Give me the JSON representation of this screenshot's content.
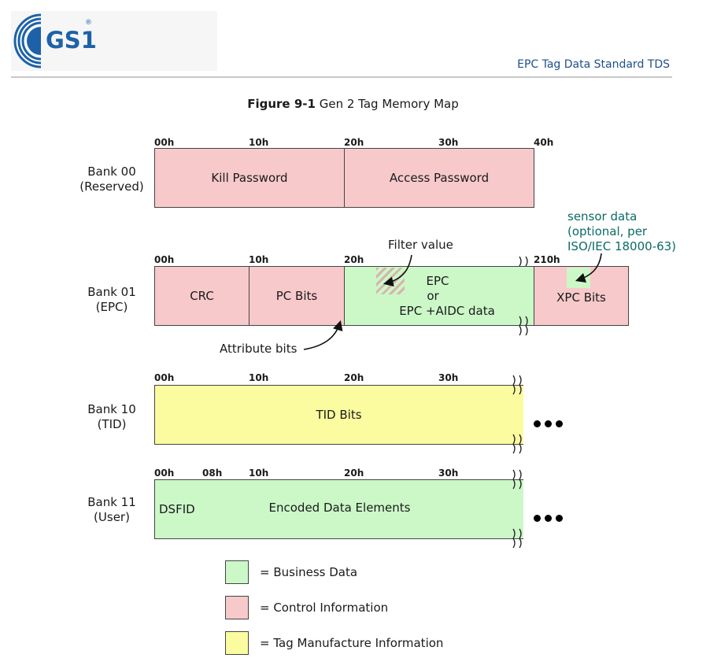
{
  "header": {
    "logo_text": "GS1",
    "logo_registered": "®",
    "doc_title": "EPC Tag Data Standard TDS"
  },
  "figure": {
    "number": "Figure 9-1",
    "title": "Gen 2 Tag Memory Map"
  },
  "banks": [
    {
      "name": "Bank 00",
      "sub": "(Reserved)",
      "addresses": [
        "00h",
        "10h",
        "20h",
        "30h",
        "40h"
      ],
      "fields": [
        "Kill Password",
        "Access Password"
      ]
    },
    {
      "name": "Bank 01",
      "sub": "(EPC)",
      "addresses": [
        "00h",
        "10h",
        "20h",
        "210h"
      ],
      "fields": [
        "CRC",
        "PC Bits",
        "EPC",
        "or",
        "EPC +AIDC data",
        "XPC Bits"
      ]
    },
    {
      "name": "Bank 10",
      "sub": "(TID)",
      "addresses": [
        "00h",
        "10h",
        "20h",
        "30h"
      ],
      "fields": [
        "TID Bits"
      ]
    },
    {
      "name": "Bank 11",
      "sub": "(User)",
      "addresses": [
        "00h",
        "08h",
        "10h",
        "20h",
        "30h"
      ],
      "fields": [
        "DSFID",
        "Encoded Data Elements"
      ]
    }
  ],
  "annotations": {
    "filter_value": "Filter value",
    "attribute_bits": "Attribute bits",
    "sensor_lines": [
      "sensor data",
      "(optional, per",
      "ISO/IEC 18000-63)"
    ]
  },
  "legend": [
    {
      "label": "= Business Data",
      "color": "#ccf8c8"
    },
    {
      "label": "= Control Information",
      "color": "#f7c9cb"
    },
    {
      "label": "= Tag Manufacture Information",
      "color": "#fbfc9f"
    }
  ],
  "colors": {
    "control": "#f7c9cb",
    "business": "#ccf8c8",
    "tag_manufacture": "#fbfc9f",
    "annotation_teal": "#0b6b66",
    "doc_title": "#1f4f8b"
  }
}
